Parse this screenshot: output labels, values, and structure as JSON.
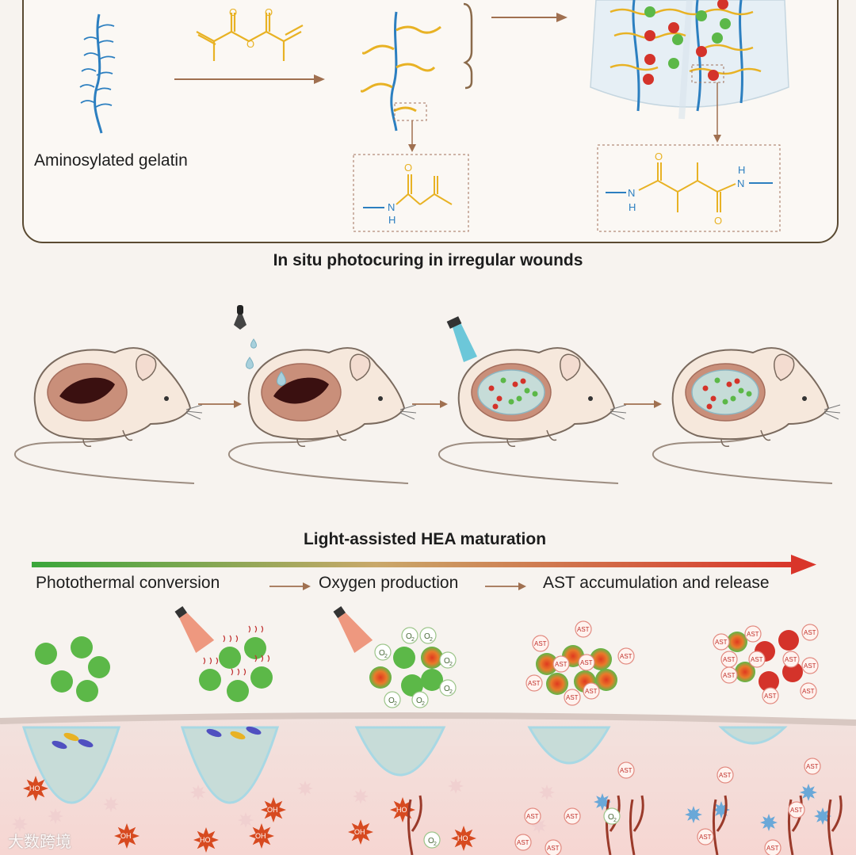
{
  "top_panel": {
    "gelatin_label": "Aminosylated gelatin",
    "chem_N": "N",
    "chem_H": "H",
    "chem_O": "O"
  },
  "section1": {
    "title": "In situ photocuring in irregular wounds"
  },
  "section2": {
    "title": "Light-assisted HEA maturation",
    "steps": [
      "Photothermal conversion",
      "Oxygen production",
      "AST accumulation and release"
    ]
  },
  "markers": {
    "ast": "AST",
    "o2": "O",
    "o2_sub": "2",
    "ho": "HO",
    "oh": "OH"
  },
  "watermark": "大数跨境",
  "colors": {
    "gelatin": "#2c7fc0",
    "methacrylate": "#e8b224",
    "green": "#5cb848",
    "red": "#d4332a",
    "arrow": "#a07050",
    "gradient_start": "#3aa63a",
    "gradient_end": "#d9352a"
  }
}
